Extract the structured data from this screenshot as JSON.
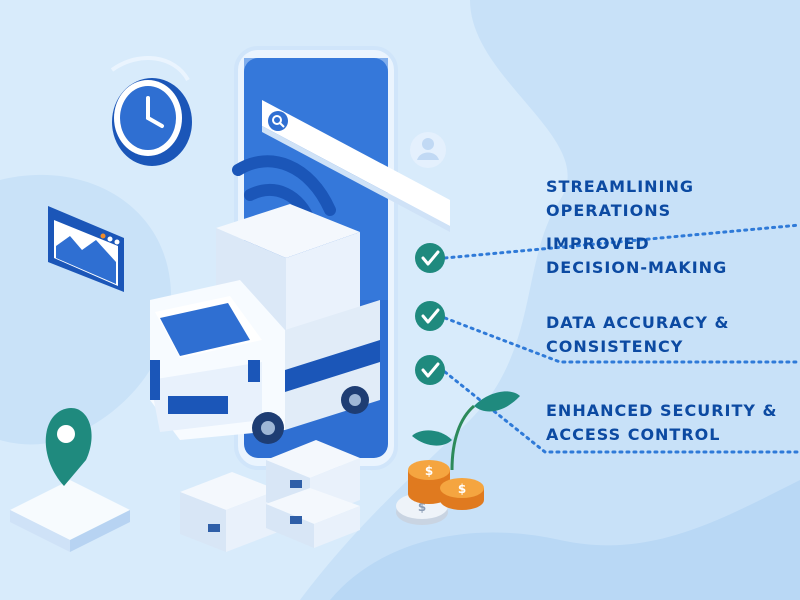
{
  "colors": {
    "background": "#d8ebfb",
    "blob": "#c2ddf6",
    "accent_blue": "#2f6fd2",
    "dark_blue": "#0c4aa2",
    "teal": "#1f8a7e",
    "coin_orange": "#f08c2a",
    "label_blue": "#0c4aa2"
  },
  "icons": [
    "clock-icon",
    "search-icon",
    "user-icon",
    "wifi-icon",
    "chart-window-icon",
    "location-pin-icon",
    "checkmark-icon",
    "coin-icon",
    "plant-icon",
    "truck-icon",
    "box-icon"
  ],
  "benefits": [
    {
      "line1": "STREAMLINING",
      "line2": "OPERATIONS"
    },
    {
      "line1": "IMPROVED",
      "line2": "DECISION-MAKING"
    },
    {
      "line1": "DATA ACCURACY &",
      "line2": "CONSISTENCY"
    },
    {
      "line1": "ENHANCED SECURITY &",
      "line2": "ACCESS CONTROL"
    }
  ]
}
